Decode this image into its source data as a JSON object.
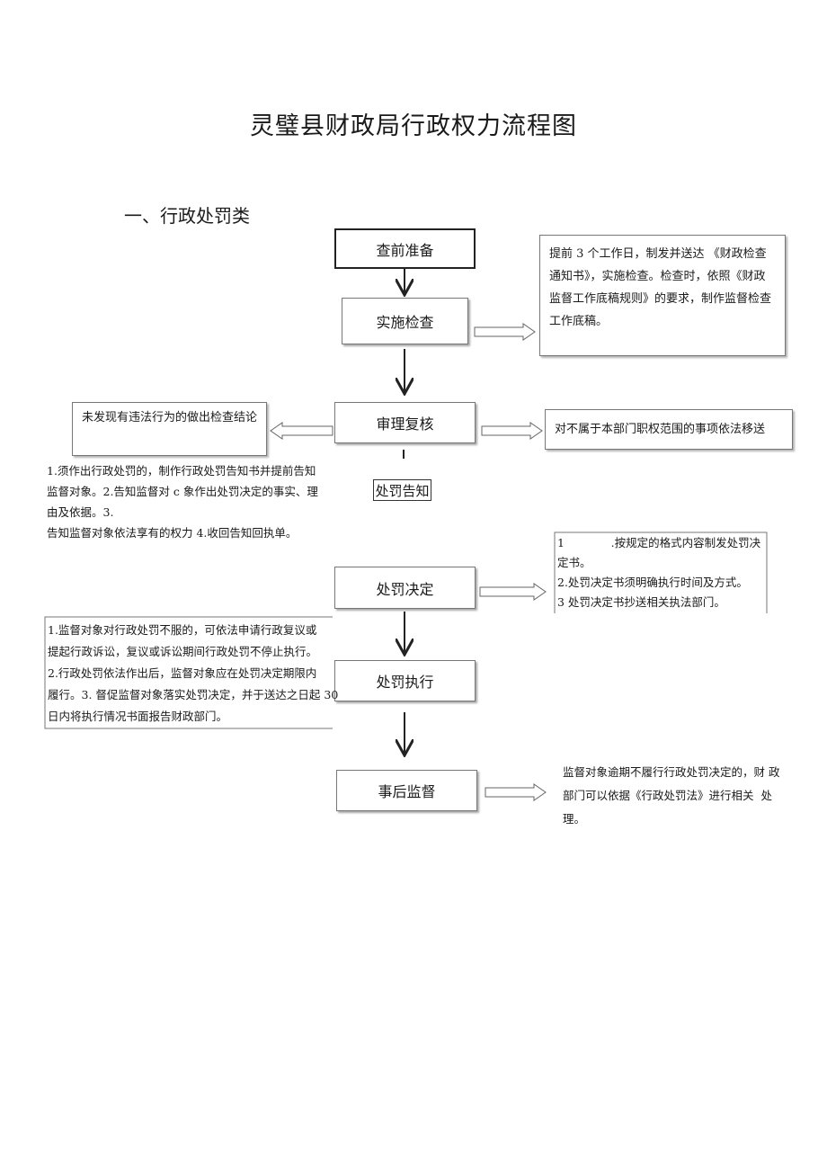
{
  "title": "灵璧县财政局行政权力流程图",
  "section_heading": "一、行政处罚类",
  "nodes": {
    "prepare": "查前准备",
    "inspect": "实施检查",
    "review": "审理复核",
    "notify": "处罚告知",
    "decide": "处罚决定",
    "execute": "处罚执行",
    "supervise": "事后监督"
  },
  "notes": {
    "inspect_note": "提前 3 个工作日，制发并送达 《财政检查通知书》，实施检查。检查时，依照《财政监督工作底稿规则》的要求，制作监督检查工作底稿。",
    "no_violation": "未发现有违法行为的做出检查结论",
    "transfer": "对不属于本部门职权范围的事项依法移送",
    "notify_note": [
      "1.须作出行政处罚的，制作行政处罚告知书并提前告知",
      "监督对象。2.告知监督对 c 象作出处罚决定的事实、理",
      "由及依据。3.",
      "告知监督对象依法享有的权力 4.收回告知回执单。"
    ],
    "decide_note": [
      "1             .按规定的格式内容制发处罚决",
      "定书。",
      "2.处罚决定书须明确执行时间及方式。",
      "3 处罚决定书抄送相关执法部门。"
    ],
    "execute_note": [
      "1.监督对象对行政处罚不服的，可依法申请行政复议或",
      "提起行政诉讼，复议或诉讼期间行政处罚不停止执行。",
      "2.行政处罚依法作出后，监督对象应在处罚决定期限内",
      "履行。3. 督促监督对象落实处罚决定，并于送达之日起 30",
      "日内将执行情况书面报告财政部门。"
    ],
    "supervise_note": [
      "监督对象逾期不履行行政处罚决定的，财 政",
      "部门可以依据《行政处罚法》进行相关  处",
      "理。"
    ]
  }
}
